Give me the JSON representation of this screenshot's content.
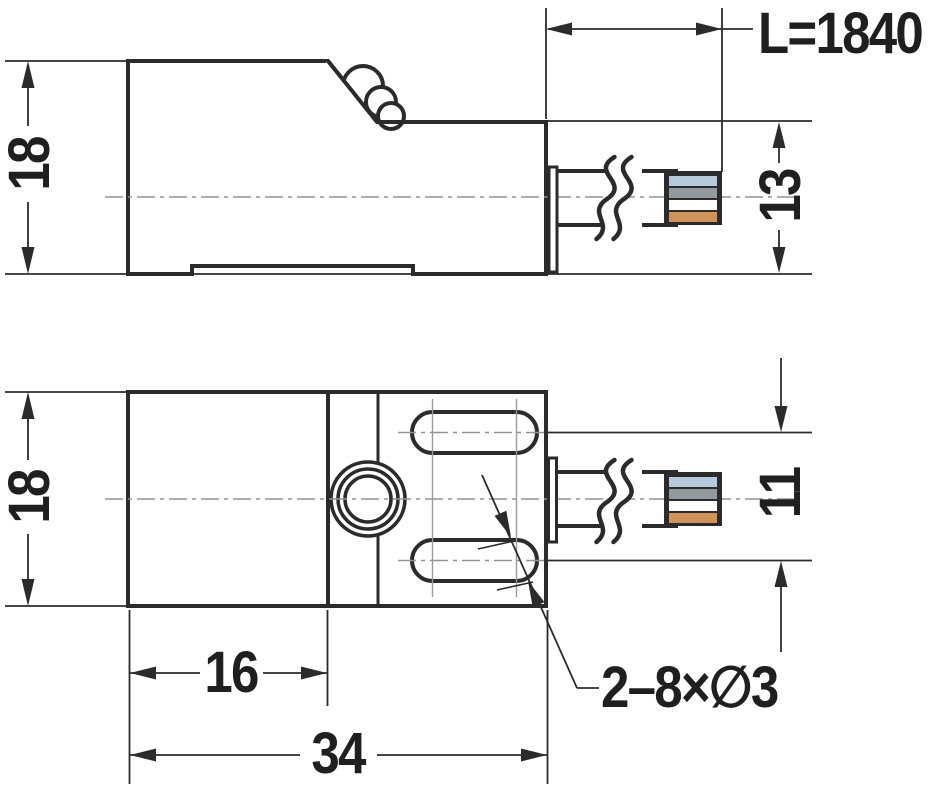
{
  "drawing": {
    "type": "engineering-dimension-drawing",
    "side_view": {
      "height_dim": "18",
      "cable_length_dim": "L=1840",
      "cable_end_height_dim": "13"
    },
    "top_view": {
      "height_dim": "18",
      "slot_spacing_dim": "11",
      "face_width_dim": "16",
      "total_width_dim": "34",
      "slot_callout": "2–8×∅3"
    },
    "wires": {
      "blue": "#b5cbdd",
      "gray": "#939a9e",
      "white": "#ffffff",
      "orange": "#d29358"
    },
    "wire_names": [
      "light-blue",
      "gray",
      "white",
      "orange"
    ],
    "line_color": "#2b2b2b",
    "centerline_color": "#949494"
  }
}
